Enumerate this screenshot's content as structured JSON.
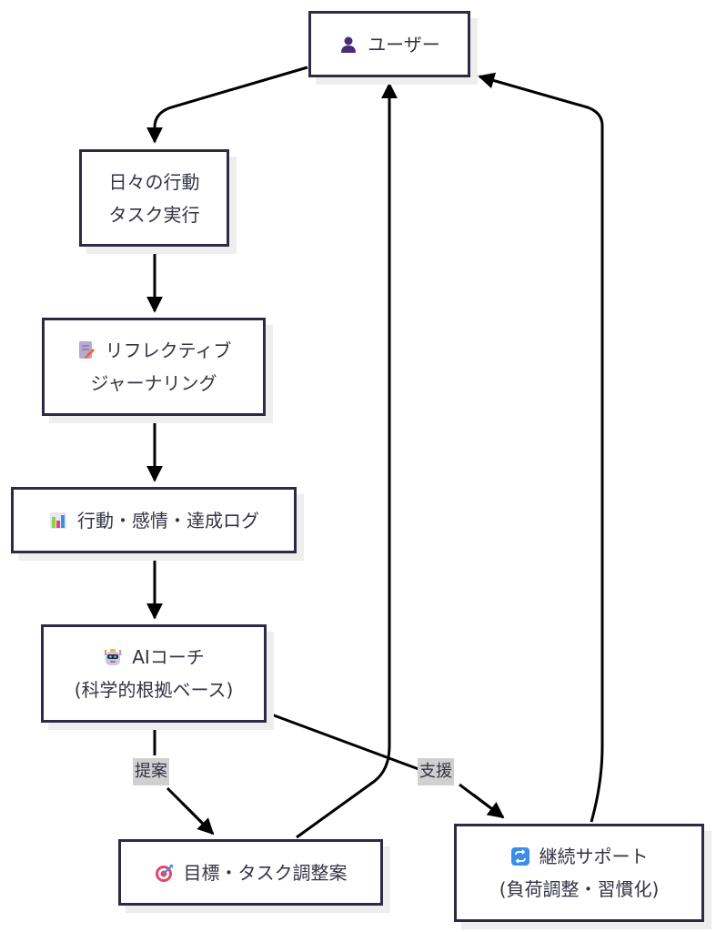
{
  "nodes": {
    "user": {
      "icon": "user-silhouette-icon",
      "lines": [
        "ユーザー"
      ]
    },
    "daily": {
      "lines": [
        "日々の行動",
        "タスク実行"
      ]
    },
    "journal": {
      "icon": "memo-icon",
      "lines": [
        "リフレクティブ",
        "ジャーナリング"
      ]
    },
    "log": {
      "icon": "bar-chart-icon",
      "lines": [
        "行動・感情・達成ログ"
      ]
    },
    "coach": {
      "icon": "robot-icon",
      "lines": [
        "AIコーチ",
        "(科学的根拠ベース)"
      ]
    },
    "goal": {
      "icon": "target-icon",
      "lines": [
        "目標・タスク調整案"
      ]
    },
    "support": {
      "icon": "repeat-icon",
      "lines": [
        "継続サポート",
        "(負荷調整・習慣化)"
      ]
    }
  },
  "edges": {
    "propose_label": "提案",
    "support_label": "支援"
  },
  "colors": {
    "border": "#2e2a45",
    "edge": "#000000",
    "label_bg": "#d0d0d0",
    "text": "#333344"
  }
}
